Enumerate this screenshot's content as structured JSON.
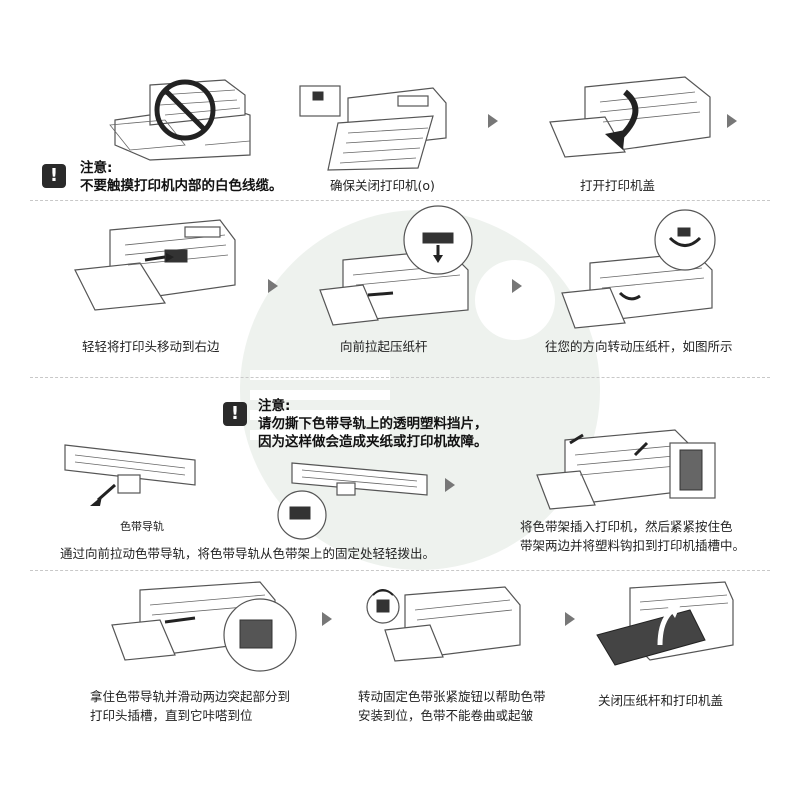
{
  "row1": {
    "warning_label": "注意:",
    "warning_text": "不要触摸打印机内部的白色线缆。",
    "step2": "确保关闭打印机(o)",
    "step3": "打开打印机盖"
  },
  "row2": {
    "step1": "轻轻将打印头移动到右边",
    "step2": "向前拉起压纸杆",
    "step3": "往您的方向转动压纸杆，如图所示"
  },
  "row3": {
    "warning_label": "注意:",
    "warning_line1": "请勿撕下色带导轨上的透明塑料挡片，",
    "warning_line2": "因为这样做会造成夹纸或打印机故障。",
    "guide_label": "色带导轨",
    "step1": "通过向前拉动色带导轨，将色带导轨从色带架上的固定处轻轻拨出。",
    "step2_line1": "将色带架插入打印机，然后紧紧按住色",
    "step2_line2": "带架两边并将塑料钩扣到打印机插槽中。"
  },
  "row4": {
    "step1_line1": "拿住色带导轨并滑动两边突起部分到",
    "step1_line2": "打印头插槽，直到它咔嗒到位",
    "step2_line1": "转动固定色带张紧旋钮以帮助色带",
    "step2_line2": "安装到位，色带不能卷曲或起皱",
    "step3": "关闭压纸杆和打印机盖"
  },
  "colors": {
    "arrow": "#777777",
    "divider": "#c8c8c8",
    "watermark": "#e8ede8"
  }
}
